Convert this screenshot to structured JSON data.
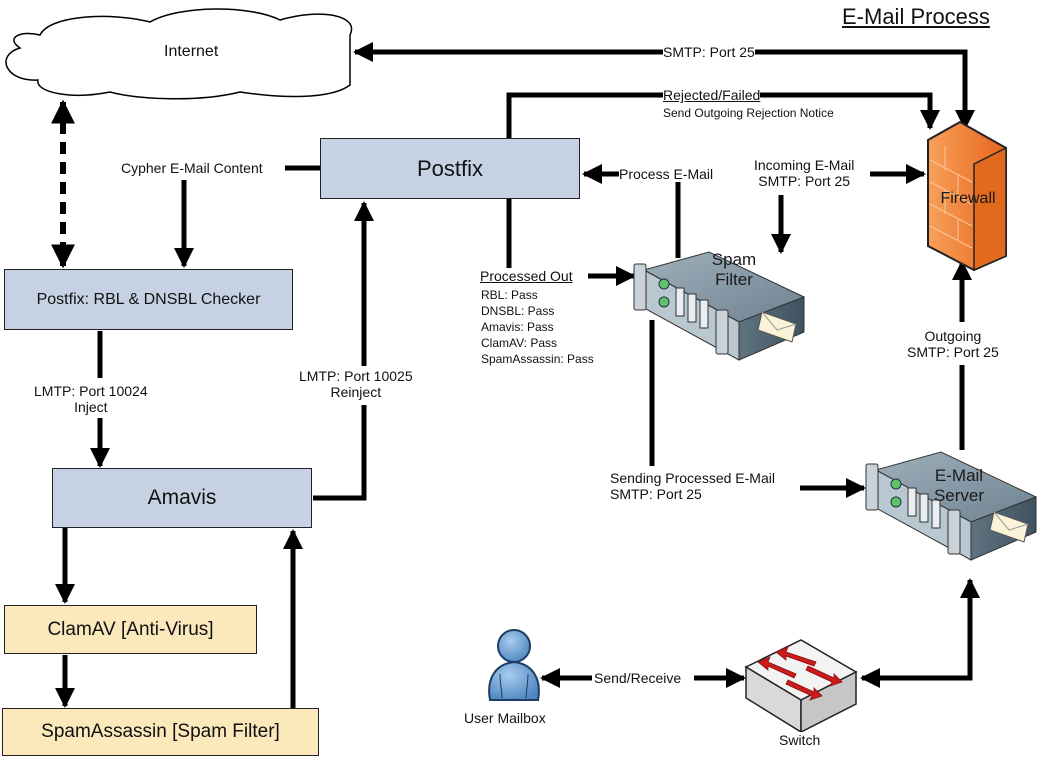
{
  "title": "E-Mail Process",
  "nodes": {
    "internet": "Internet",
    "postfix": "Postfix",
    "rbl_checker": "Postfix: RBL & DNSBL Checker",
    "amavis": "Amavis",
    "clamav": "ClamAV [Anti-Virus]",
    "spamassassin": "SpamAssassin [Spam Filter]",
    "spam_filter": "Spam\nFilter",
    "spam_filter_line1": "Spam",
    "spam_filter_line2": "Filter",
    "email_server_line1": "E-Mail",
    "email_server_line2": "Server",
    "firewall": "Firewall",
    "switch": "Switch",
    "user_mailbox": "User Mailbox"
  },
  "edges": {
    "smtp_internet": "SMTP: Port 25",
    "rejected_title": "Rejected/Failed",
    "rejected_sub": "Send Outgoing Rejection Notice",
    "cypher": "Cypher E-Mail Content",
    "process_email": "Process E-Mail",
    "incoming_line1": "Incoming E-Mail",
    "incoming_line2": "SMTP: Port 25",
    "processed_out": "Processed Out",
    "lmtp_inject_line1": "LMTP: Port 10024",
    "lmtp_inject_line2": "Inject",
    "lmtp_reinject_line1": "LMTP: Port 10025",
    "lmtp_reinject_line2": "Reinject",
    "outgoing_line1": "Outgoing",
    "outgoing_line2": "SMTP: Port 25",
    "sending_line1": "Sending Processed E-Mail",
    "sending_line2": "SMTP: Port 25",
    "send_receive": "Send/Receive"
  },
  "pass_results": [
    "RBL: Pass",
    "DNSBL: Pass",
    "Amavis: Pass",
    "ClamAV: Pass",
    "SpamAssassin: Pass"
  ],
  "colors": {
    "process_box": "#c6d2e3",
    "scanner_box": "#fbe8bb",
    "firewall": "#f07a2a",
    "server": "#7d8f9c",
    "user": "#6a9fd4",
    "switch_arrows": "#cc1b1b"
  }
}
